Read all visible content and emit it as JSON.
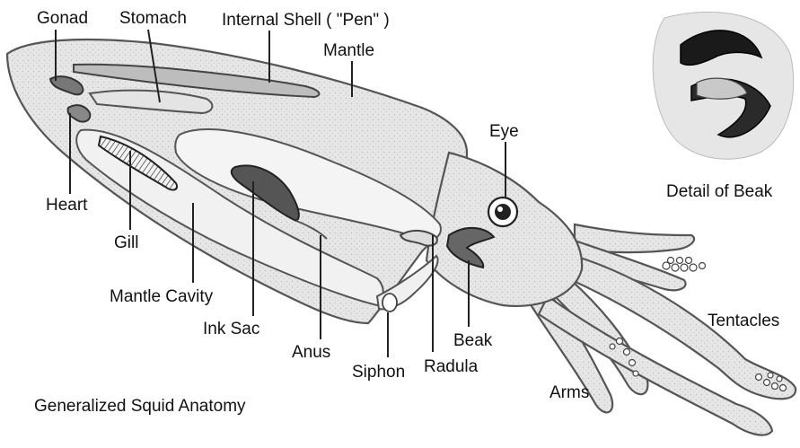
{
  "title": "Generalized Squid Anatomy",
  "detail_caption": "Detail of Beak",
  "labels": {
    "gonad": "Gonad",
    "stomach": "Stomach",
    "internal_shell": "Internal Shell ( \"Pen\" )",
    "mantle": "Mantle",
    "eye": "Eye",
    "heart": "Heart",
    "gill": "Gill",
    "mantle_cavity": "Mantle Cavity",
    "ink_sac": "Ink Sac",
    "anus": "Anus",
    "siphon": "Siphon",
    "radula": "Radula",
    "beak": "Beak",
    "tentacles": "Tentacles",
    "arms": "Arms"
  },
  "colors": {
    "body_fill": "#e8e8e8",
    "body_outline": "#555555",
    "organ_dark": "#444444",
    "text": "#111111"
  }
}
